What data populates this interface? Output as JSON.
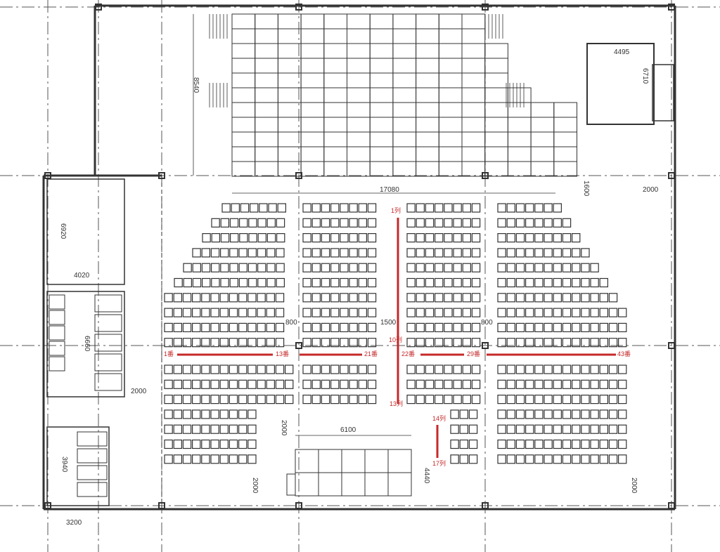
{
  "dimensions": {
    "stage_depth": "8540",
    "stage_width": "17080",
    "front_gap": "1600",
    "right_gap_top": "2000",
    "room_width": "4495",
    "room_depth": "6710",
    "lobby_depth": "6920",
    "toilet_width": "4020",
    "toilet_depth": "6660",
    "corridor_left": "2000",
    "small_toilet_depth": "3940",
    "small_toilet_width": "3200",
    "aisle_left": "800",
    "aisle_center": "1500",
    "aisle_right": "800",
    "pit_gap": "2000",
    "pit_width": "6100",
    "pit_depth": "4440",
    "bottom_gap_left": "2000",
    "bottom_gap_right": "2000"
  },
  "seat_labels": {
    "row_1": "1列",
    "row_10": "10列",
    "row_13": "13列",
    "row_14": "14列",
    "row_17": "17列",
    "seat_1": "1番",
    "seat_13": "13番",
    "seat_21": "21番",
    "seat_22": "22番",
    "seat_29": "29番",
    "seat_43": "43番"
  },
  "colors": {
    "line": "#333333",
    "annotation": "#c62828"
  }
}
